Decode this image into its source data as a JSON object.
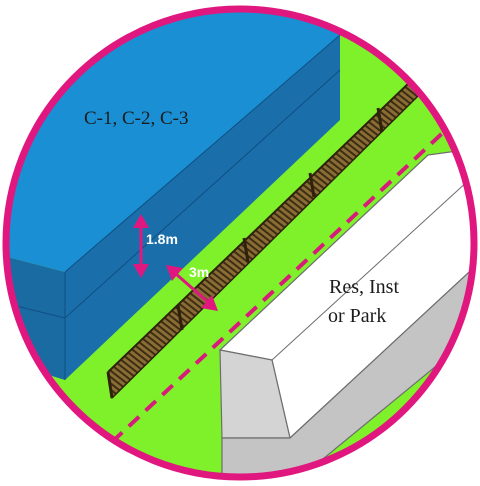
{
  "labels": {
    "commercial_zones": "C-1, C-2, C-3",
    "fence_height": "1.8m",
    "setback": "3m",
    "adjacent_use_line1": "Res, Inst",
    "adjacent_use_line2": "or Park"
  },
  "colors": {
    "lawn": "#7ff12a",
    "building_top": "#1a8fd3",
    "building_face": "#1a6fab",
    "house_roof": "#ffffff",
    "house_wall": "#cfcfcf",
    "fence": "#6b5428",
    "property_line": "#d81b7a",
    "arrow": "#e0177f",
    "frame": "#e0177f"
  }
}
